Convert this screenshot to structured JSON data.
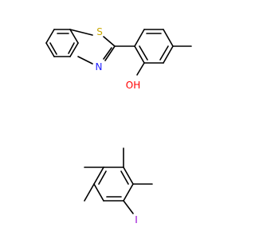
{
  "colors": {
    "bond": "#000000",
    "sulfur": "#c8a800",
    "nitrogen": "#2020ff",
    "oxygen": "#ff0000",
    "iodine": "#9400d3"
  },
  "molecules": [
    {
      "atoms": [
        {
          "id": "S",
          "label": "S",
          "color": "sulfur"
        },
        {
          "id": "N",
          "label": "N",
          "color": "nitrogen"
        },
        {
          "id": "OH",
          "label": "OH",
          "color": "oxygen"
        }
      ]
    },
    {
      "atoms": [
        {
          "id": "I",
          "label": "I",
          "color": "iodine"
        }
      ]
    }
  ]
}
